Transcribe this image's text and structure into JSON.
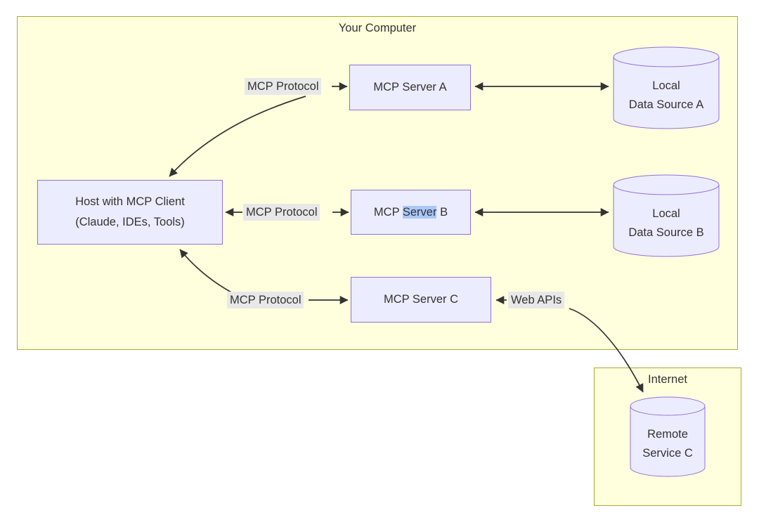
{
  "computer_box": {
    "title": "Your Computer"
  },
  "internet_box": {
    "title": "Internet"
  },
  "nodes": {
    "host": {
      "line1": "Host with MCP Client",
      "line2": "(Claude, IDEs, Tools)"
    },
    "server_a": {
      "label": "MCP Server A"
    },
    "server_b": {
      "prefix": "MCP ",
      "highlight": "Server",
      "suffix": " B"
    },
    "server_c": {
      "label": "MCP Server C"
    },
    "data_a": {
      "line1": "Local",
      "line2": "Data Source A"
    },
    "data_b": {
      "line1": "Local",
      "line2": "Data Source B"
    },
    "remote": {
      "line1": "Remote",
      "line2": "Service C"
    }
  },
  "edge_labels": {
    "protocol_a": "MCP Protocol",
    "protocol_b": "MCP Protocol",
    "protocol_c": "MCP Protocol",
    "web_apis": "Web APIs"
  },
  "colors": {
    "node_fill": "#ECECFF",
    "node_border": "#9370DB",
    "cluster_fill": "#ffffde",
    "cluster_border": "#aaaa33",
    "edge": "#333333",
    "label_bg": "#e8e8e8",
    "selection": "#a9c8fa",
    "text": "#333333"
  }
}
